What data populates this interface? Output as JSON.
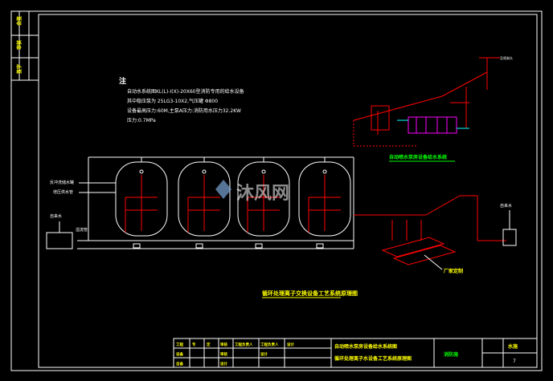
{
  "notes": {
    "heading": "注",
    "lines": [
      "自动水系统图KL(L)-I(X)-20X60型消防专用的给水设备",
      "其中稳压泵为 25LG3-10X2,气压罐 Φ800",
      "设备最高压力:60M,主泵A压力:消防用水压力32.2KW",
      "压力:0.7MPa"
    ]
  },
  "labels": {
    "backwash_tank": "反冲洗储水罐",
    "rinse_water": "增压供水管",
    "tap_water_left": "自来水",
    "drain_pipe": "溢流管",
    "tap_water_right": "自来水",
    "factory_settings": "厂家定制",
    "sprinkler_top": "至喷淋头"
  },
  "diagram_titles": {
    "top_right": "自动喷水泵房设备给水系统",
    "main": "循环处理离子交换设备工艺系统原理图"
  },
  "watermark": {
    "text": "沐风网"
  },
  "title_block": {
    "row1": [
      "工程",
      "专",
      "定",
      "审核",
      "工程负责人",
      "工程负责人",
      "设计"
    ],
    "row2": [
      "设备",
      "审核",
      "设计"
    ],
    "row3": [
      "自备",
      "设计"
    ],
    "title_line1": "自动喷水泵房设备给水系统图",
    "title_line2": "循环处理离子水设备工艺系统原理图",
    "stamp": "消防施",
    "sheet_label": "水施",
    "sheet_no": "7",
    "left_strip": [
      "会签",
      "审核",
      "签字"
    ]
  },
  "colors": {
    "background": "#000000",
    "line": "#ffffff",
    "pipe_red": "#ff0000",
    "pipe_magenta": "#ff00ff",
    "accent_yellow": "#ffff00",
    "accent_green": "#00ff00",
    "accent_cyan": "#00ffff"
  }
}
